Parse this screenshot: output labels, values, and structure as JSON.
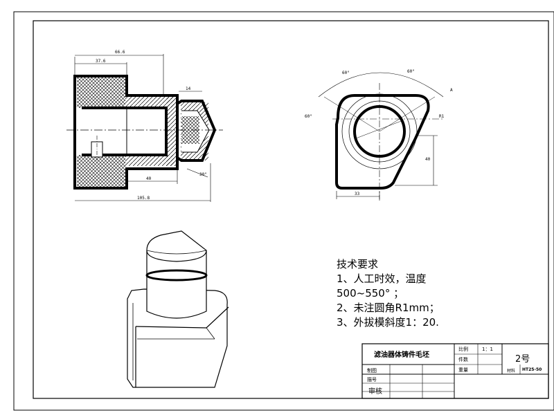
{
  "dimensions": {
    "d_66_6": "66.6",
    "d_37_6": "37.6",
    "d_14": "14",
    "d_40": "40",
    "d_105_8": "105.8",
    "d_30deg": "30°",
    "d_60deg_a": "60°",
    "d_60deg_b": "60°",
    "d_60deg_c": "60°",
    "d_R1": "R1",
    "d_40b": "40",
    "d_33": "33",
    "d_a": "A"
  },
  "notes": {
    "title": "技术要求",
    "line1": "1、人工时效，温度",
    "line2": "500~550°  ；",
    "line3": "2、未注圆角R1mm；",
    "line4": "3、外拔模斜度1：20."
  },
  "title_block": {
    "part_name": "滤油器体铸件毛坯",
    "scale_label": "比例",
    "scale_value": "1：1",
    "pieces_label": "件数",
    "sheet_no": "2号",
    "weight_label": "重量",
    "material_label": "材料",
    "material_value": "HT25-50",
    "drawn_label": "制图",
    "traced_label": "描号",
    "checked_label": "审核"
  }
}
